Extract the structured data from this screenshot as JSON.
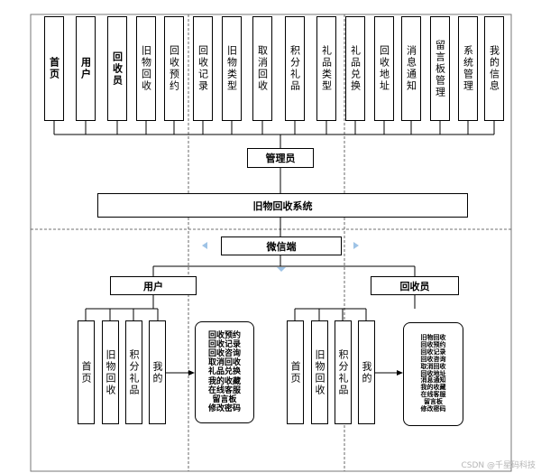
{
  "admin_functions": [
    "首页",
    "用户",
    "回收员",
    "旧物回收",
    "回收预约",
    "回收记录",
    "旧物类型",
    "取消回收",
    "积分礼品",
    "礼品类型",
    "礼品兑换",
    "回收地址",
    "消息通知",
    "留言板管理",
    "系统管理",
    "我的信息"
  ],
  "admin_node": "管理员",
  "system_node": "旧物回收系统",
  "wechat_node": "微信端",
  "user_node": "用户",
  "recycler_node": "回收员",
  "user_functions": [
    "首页",
    "旧物回收",
    "积分礼品",
    "我的"
  ],
  "recycler_functions": [
    "首页",
    "旧物回收",
    "积分礼品",
    "我的"
  ],
  "user_mine_items": [
    "回收预约",
    "回收记录",
    "回收咨询",
    "取消回收",
    "礼品兑换",
    "我的收藏",
    "在线客服",
    "留言板",
    "修改密码"
  ],
  "recycler_mine_items": [
    "旧物回收",
    "回收预约",
    "回收记录",
    "回收咨询",
    "取消回收",
    "回收地址",
    "消息通知",
    "我的收藏",
    "在线客服",
    "留言板",
    "修改密码"
  ],
  "watermark": "CSDN @千星码科技"
}
